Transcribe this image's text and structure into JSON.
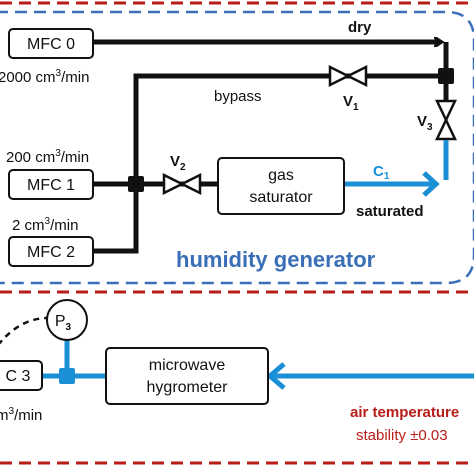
{
  "colors": {
    "black_line": "#111111",
    "blue_line": "#1a8fd6",
    "dashed_blue": "#3a6fb8",
    "dashed_red": "#b81d18",
    "text_blue": "#3a6fb8",
    "text_red": "#b81d18"
  },
  "boxes": {
    "mfc0": "MFC 0",
    "mfc1": "MFC 1",
    "mfc2": "MFC 2",
    "mfc3": "C 3",
    "saturator_line1": "gas",
    "saturator_line2": "saturator",
    "hygrometer_line1": "microwave",
    "hygrometer_line2": "hygrometer",
    "pressure_sensor": "P",
    "pressure_sensor_sub": "3"
  },
  "labels": {
    "flow_mfc0": "2000 cm",
    "flow_mfc0_sup": "3",
    "flow_mfc0_unit": "/min",
    "flow_mfc1": "200 cm",
    "flow_mfc1_sup": "3",
    "flow_mfc1_unit": "/min",
    "flow_mfc2": "2 cm",
    "flow_mfc2_sup": "3",
    "flow_mfc2_unit": "/min",
    "flow_mfc3": "m",
    "flow_mfc3_sup": "3",
    "flow_mfc3_unit": "/min",
    "dry": "dry",
    "bypass": "bypass",
    "saturated": "saturated",
    "c1": "C",
    "c1_sub": "1",
    "v1": "V",
    "v1_sub": "1",
    "v2": "V",
    "v2_sub": "2",
    "v3": "V",
    "v3_sub": "3",
    "humidity_generator": "humidity generator",
    "air_temperature": "air temperature",
    "stability": "stability ±0.03"
  }
}
